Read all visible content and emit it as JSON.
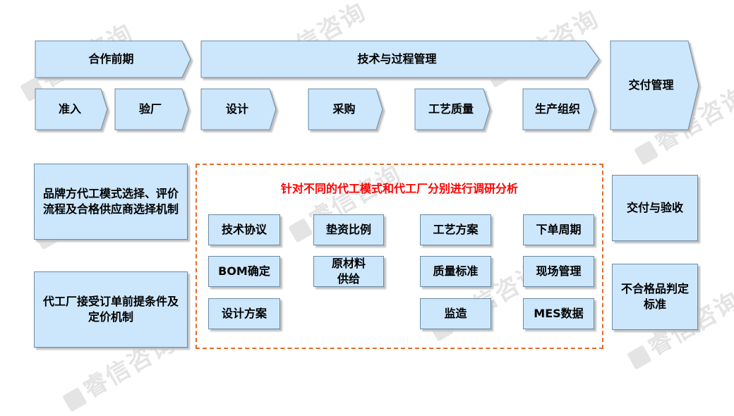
{
  "watermark": "睿信咨询",
  "phases": {
    "cooperation_early": "合作前期",
    "tech_process": "技术与过程管理",
    "delivery": "交付管理"
  },
  "steps": [
    "准入",
    "验厂",
    "设计",
    "采购",
    "工艺质量",
    "生产组织"
  ],
  "left_boxes": [
    "品牌方代工模式选择、评价流程及合格供应商选择机制",
    "代工厂接受订单前提条件及定价机制"
  ],
  "research": {
    "title": "针对不同的代工模式和代工厂分别进行调研分析",
    "items": [
      "技术协议",
      "BOM确定",
      "设计方案",
      "垫资比例",
      "原材料供给",
      "工艺方案",
      "质量标准",
      "监造",
      "下单周期",
      "现场管理",
      "MES数据"
    ]
  },
  "right_boxes": [
    "交付与验收",
    "不合格品判定标准"
  ],
  "colors": {
    "fill": "#cce6fb",
    "border": "#6b8aa6",
    "dashed": "#e36c2a",
    "title": "#ff0000"
  }
}
